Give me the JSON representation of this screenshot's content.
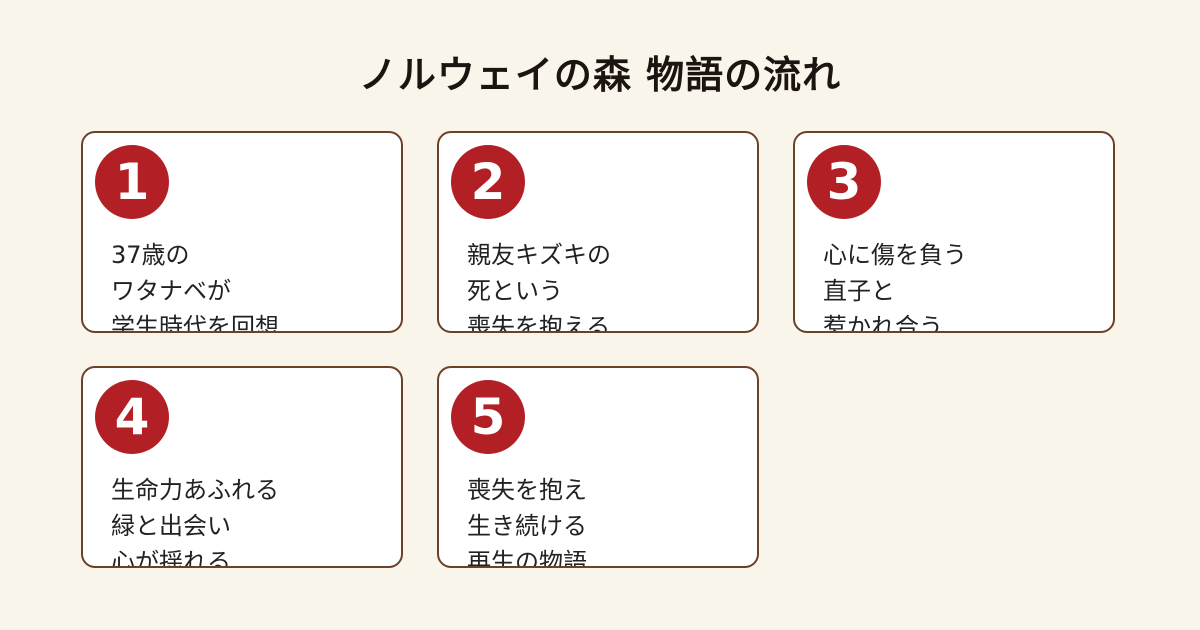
{
  "title": "ノルウェイの森 物語の流れ",
  "colors": {
    "background": "#faf5ea",
    "card_border": "#6b4128",
    "badge": "#b21f24",
    "text": "#222222"
  },
  "steps": [
    {
      "number": "1",
      "lines": [
        "37歳の",
        "ワタナベが",
        "学生時代を回想"
      ]
    },
    {
      "number": "2",
      "lines": [
        "親友キズキの",
        "死という",
        "喪失を抱える"
      ]
    },
    {
      "number": "3",
      "lines": [
        "心に傷を負う",
        "直子と",
        "惹かれ合う"
      ]
    },
    {
      "number": "4",
      "lines": [
        "生命力あふれる",
        "緑と出会い",
        "心が揺れる"
      ]
    },
    {
      "number": "5",
      "lines": [
        "喪失を抱え",
        "生き続ける",
        "再生の物語"
      ]
    }
  ]
}
